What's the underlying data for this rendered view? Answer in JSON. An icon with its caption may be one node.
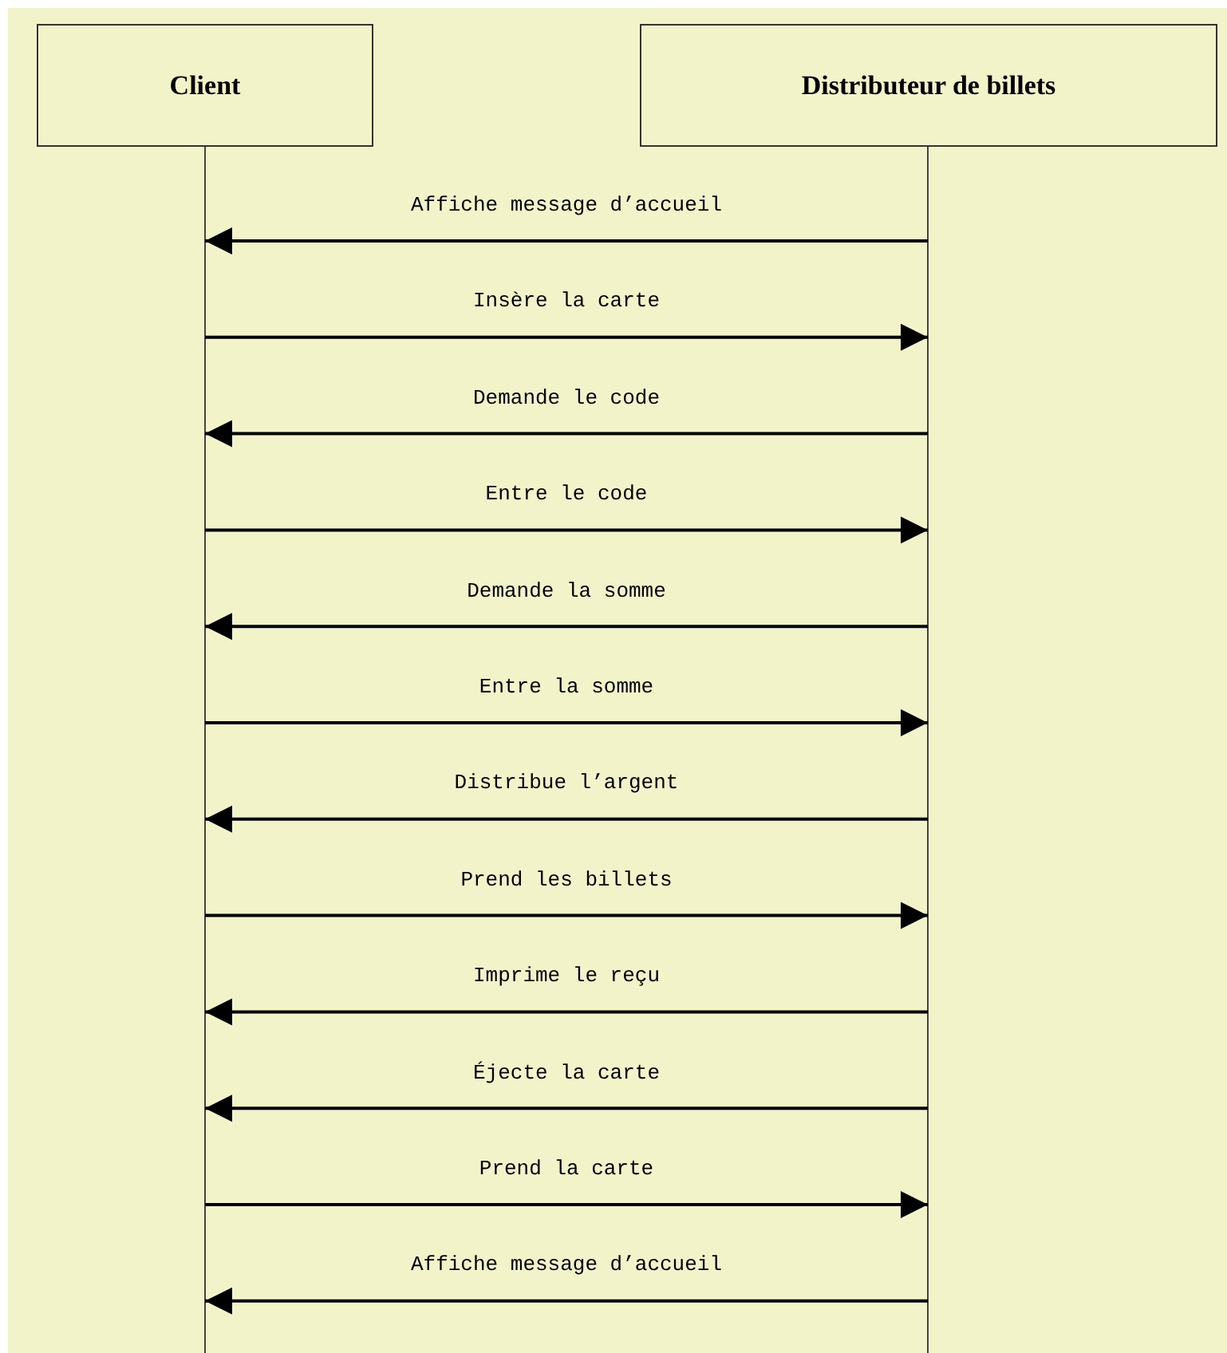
{
  "diagram": {
    "nodes": [
      {
        "text": [
          "Client"
        ]
      },
      {
        "text": [
          "Distributeur de billets"
        ]
      },
      {
        "text": [],
        "shape": "line"
      },
      {
        "text": [],
        "shape": "line"
      }
    ],
    "edges": [
      {
        "from": 3,
        "to": 2,
        "arrow": "to",
        "label": "Affiche message d’accueil"
      },
      {
        "from": 2,
        "to": 3,
        "arrow": "to",
        "label": "Insère la carte"
      },
      {
        "from": 3,
        "to": 2,
        "arrow": "to",
        "label": "Demande le code"
      },
      {
        "from": 2,
        "to": 3,
        "arrow": "to",
        "label": "Entre le code"
      },
      {
        "from": 3,
        "to": 2,
        "arrow": "to",
        "label": "Demande la somme"
      },
      {
        "from": 2,
        "to": 3,
        "arrow": "to",
        "label": "Entre la somme"
      },
      {
        "from": 3,
        "to": 2,
        "arrow": "to",
        "label": "Distribue l’argent"
      },
      {
        "from": 2,
        "to": 3,
        "arrow": "to",
        "label": "Prend les billets"
      },
      {
        "from": 3,
        "to": 2,
        "arrow": "to",
        "label": "Imprime le reçu"
      },
      {
        "from": 3,
        "to": 2,
        "arrow": "to",
        "label": "Éjecte la carte"
      },
      {
        "from": 2,
        "to": 3,
        "arrow": "to",
        "label": "Prend la carte"
      },
      {
        "from": 3,
        "to": 2,
        "arrow": "to",
        "label": "Affiche message d’accueil"
      }
    ]
  }
}
